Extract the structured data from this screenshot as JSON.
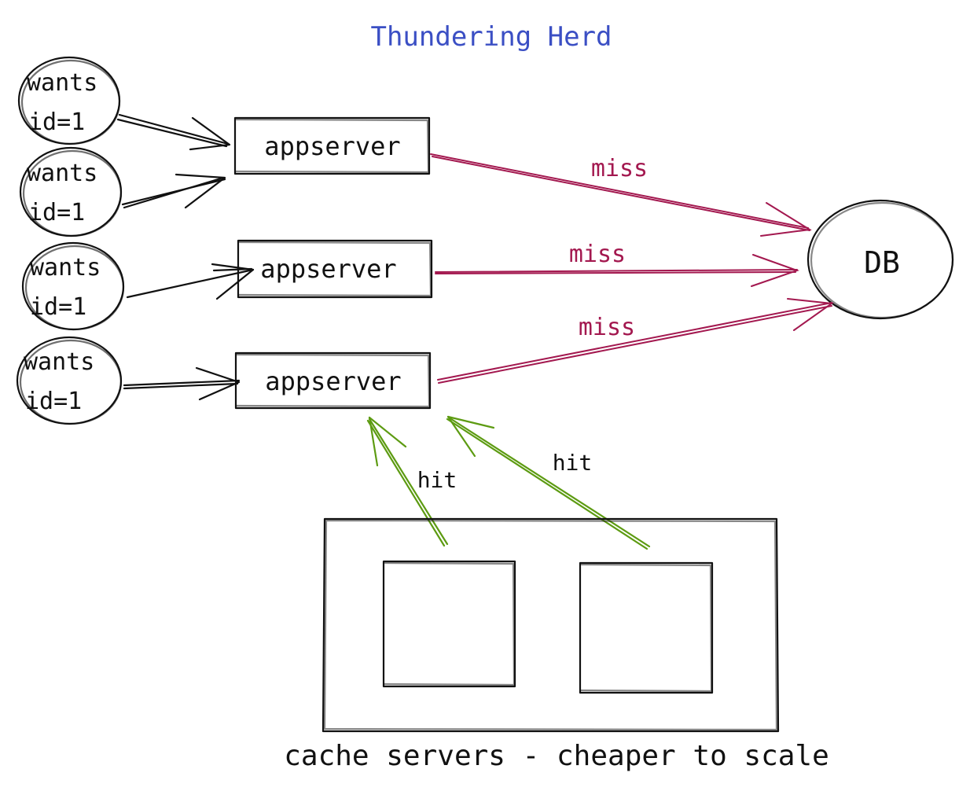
{
  "title": "Thundering Herd",
  "clients": [
    {
      "line1": "wants",
      "line2": "id=1"
    },
    {
      "line1": "wants",
      "line2": "id=1"
    },
    {
      "line1": "wants",
      "line2": "id=1"
    },
    {
      "line1": "wants",
      "line2": "id=1"
    }
  ],
  "appservers": [
    {
      "label": "appserver"
    },
    {
      "label": "appserver"
    },
    {
      "label": "appserver"
    }
  ],
  "db": {
    "label": "DB"
  },
  "edges": {
    "miss_labels": [
      "miss",
      "miss",
      "miss"
    ],
    "hit_labels": [
      "hit",
      "hit"
    ]
  },
  "cache": {
    "caption": "cache servers - cheaper to scale"
  },
  "colors": {
    "title": "#3b4fc4",
    "miss": "#a3184f",
    "hit": "#5d9b12",
    "ink": "#111111"
  }
}
